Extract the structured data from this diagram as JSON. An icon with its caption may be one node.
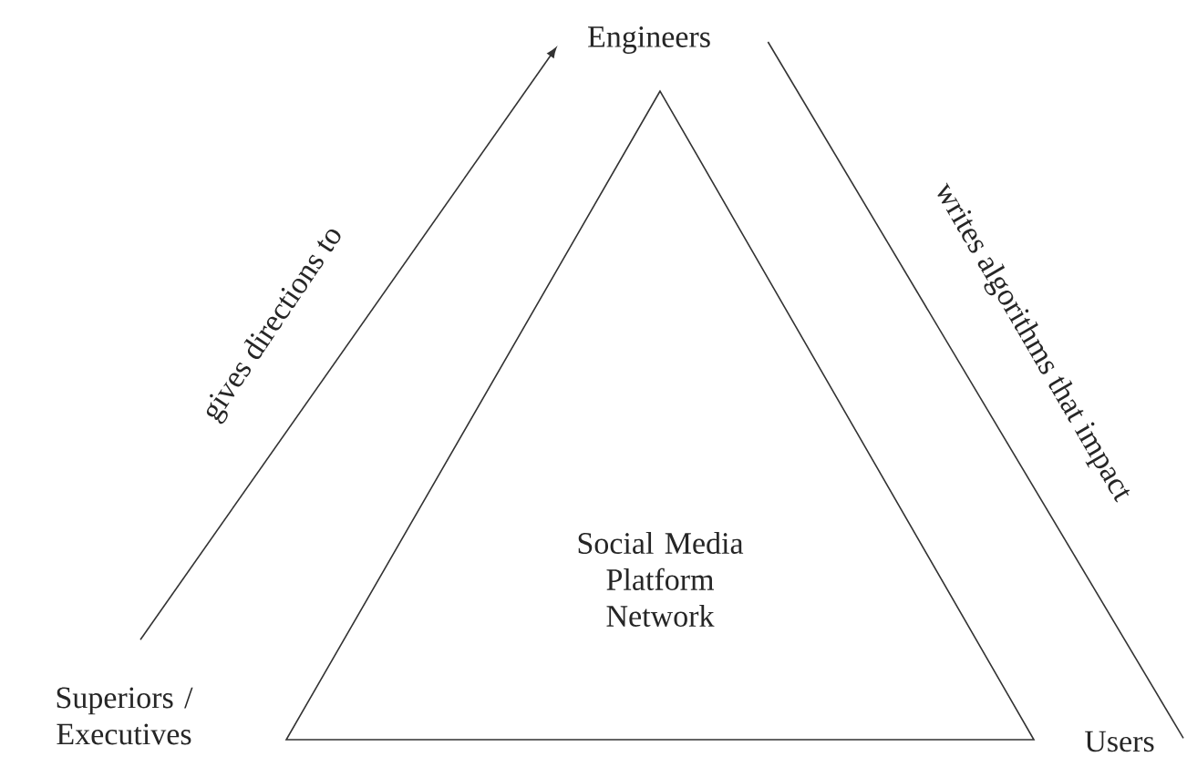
{
  "diagram": {
    "nodes": [
      {
        "text": [
          "Engineers"
        ]
      },
      {
        "text": [
          "Superiors / Executives"
        ]
      },
      {
        "text": [
          "Users"
        ]
      },
      {
        "text": [
          "Social Media Platform Network"
        ]
      }
    ],
    "edges": [
      {
        "from": 1,
        "to": 0,
        "arrow": "to",
        "label": "gives directions to"
      },
      {
        "from": 0,
        "to": 2,
        "arrow": "none",
        "label": "writes algorithms that impact"
      }
    ]
  }
}
